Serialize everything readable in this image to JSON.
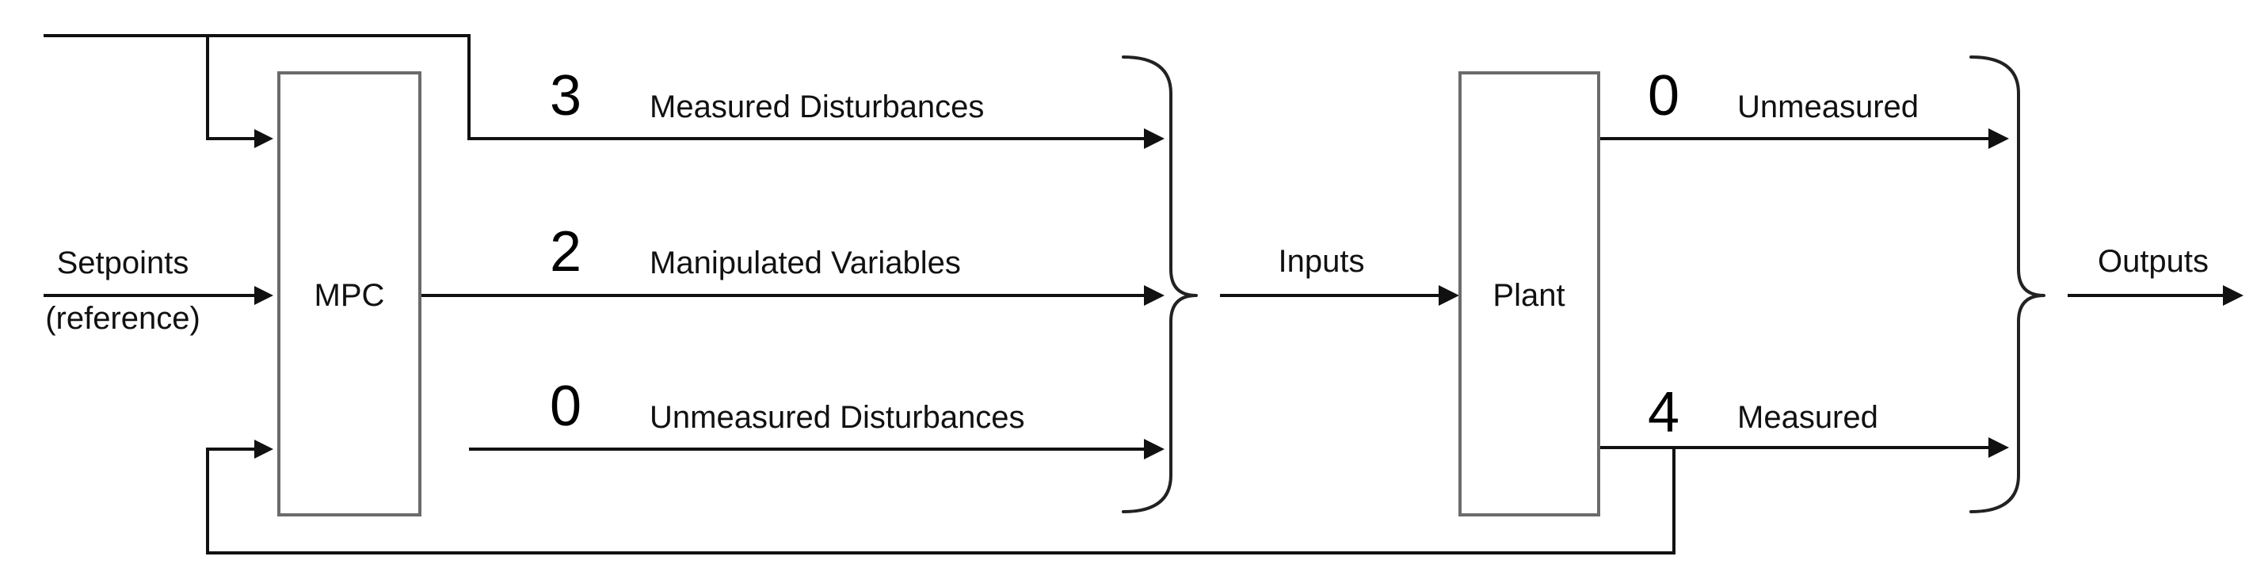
{
  "setpoints": {
    "line1": "Setpoints",
    "line2": "(reference)"
  },
  "mpc": {
    "label": "MPC"
  },
  "plant": {
    "label": "Plant"
  },
  "signals": {
    "measured_disturbances": {
      "count": "3",
      "label": "Measured Disturbances"
    },
    "manipulated_variables": {
      "count": "2",
      "label": "Manipulated Variables"
    },
    "unmeasured_disturbances": {
      "count": "0",
      "label": "Unmeasured Disturbances"
    }
  },
  "inputs": {
    "label": "Inputs"
  },
  "outputs": {
    "label": "Outputs",
    "unmeasured": {
      "count": "0",
      "label": "Unmeasured"
    },
    "measured": {
      "count": "4",
      "label": "Measured"
    }
  }
}
